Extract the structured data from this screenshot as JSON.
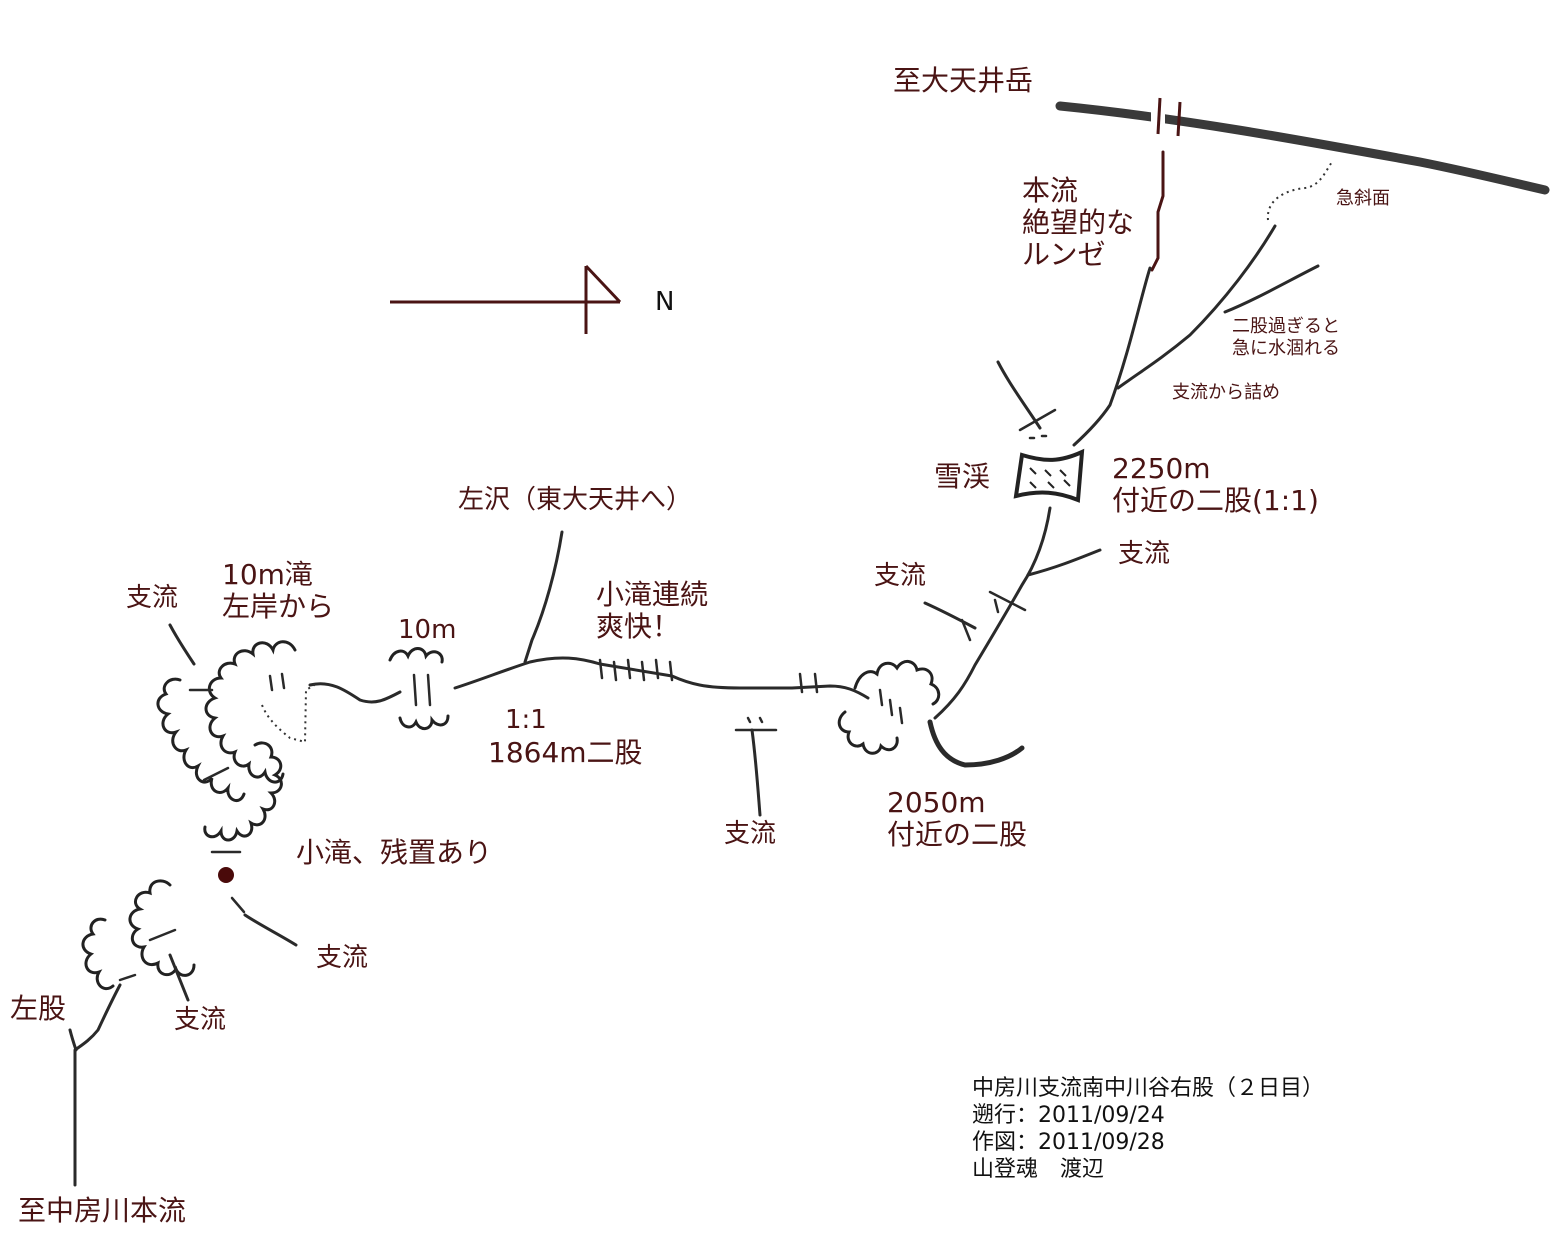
{
  "colors": {
    "ink": "#2a2a2a",
    "label": "#4a1414",
    "title": "#111111",
    "paper": "#ffffff"
  },
  "compass": {
    "label": "N",
    "icon": "north-arrow-icon"
  },
  "top_labels": {
    "to_peak": "至大天井岳",
    "main_stream_1": "本流",
    "main_stream_2": "絶望的な",
    "main_stream_3": "ルンゼ",
    "steep_slope": "急斜面",
    "fork_dries_1": "二股過ぎると",
    "fork_dries_2": "急に水涸れる",
    "via_tributary": "支流から詰め"
  },
  "snow_gorge": {
    "label": "雪渓",
    "alt": "2250m",
    "desc": "付近の二股(1:1)"
  },
  "mid_labels": {
    "trib_a": "支流",
    "trib_b": "支流",
    "left_sawa": "左沢（東大天井へ）",
    "cascades_1": "小滝連続",
    "cascades_2": "爽快！",
    "fall_10m": "10m",
    "ratio": "1:1",
    "fork_1864": "1864m二股",
    "trib_c": "支流",
    "fork_2050_alt": "2050m",
    "fork_2050_desc": "付近の二股"
  },
  "left_labels": {
    "trib_d": "支流",
    "fall_10m_1": "10m滝",
    "fall_10m_2": "左岸から",
    "small_fall": "小滝、残置あり",
    "trib_e": "支流",
    "trib_f": "支流",
    "left_fork": "左股",
    "to_mainstream": "至中房川本流"
  },
  "title_block": {
    "title": "中房川支流南中川谷右股（２日目）",
    "ascent": "遡行：2011/09/24",
    "drawn": "作図：2011/09/28",
    "author": "山登魂　渡辺"
  }
}
